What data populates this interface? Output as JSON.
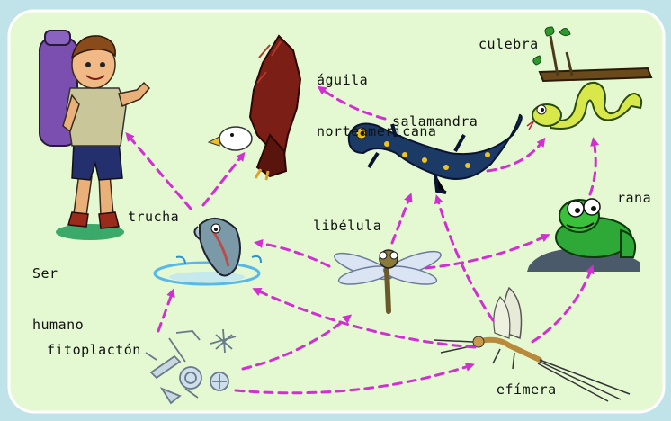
{
  "colors": {
    "background_outer": "#bfe3e9",
    "panel_fill": "#e4f8d2",
    "arrow": "#d22fd2"
  },
  "labels": {
    "human_line1": "Ser",
    "human_line2": "humano",
    "eagle_line1": "águila",
    "eagle_line2": "norteamericana",
    "snake": "culebra",
    "salamander": "salamandra",
    "trout": "trucha",
    "dragonfly": "libélula",
    "frog": "rana",
    "phytoplankton": "fitoplactón",
    "mayfly": "efímera"
  },
  "food_web_links": [
    {
      "from": "trucha",
      "to": "Ser humano"
    },
    {
      "from": "trucha",
      "to": "águila norteamericana"
    },
    {
      "from": "salamandra",
      "to": "águila norteamericana"
    },
    {
      "from": "salamandra",
      "to": "culebra"
    },
    {
      "from": "rana",
      "to": "culebra"
    },
    {
      "from": "libélula",
      "to": "trucha"
    },
    {
      "from": "libélula",
      "to": "salamandra"
    },
    {
      "from": "libélula",
      "to": "rana"
    },
    {
      "from": "efímera",
      "to": "trucha"
    },
    {
      "from": "efímera",
      "to": "salamandra"
    },
    {
      "from": "efímera",
      "to": "rana"
    },
    {
      "from": "fitoplactón",
      "to": "trucha"
    },
    {
      "from": "fitoplactón",
      "to": "libélula"
    },
    {
      "from": "fitoplactón",
      "to": "efímera"
    }
  ]
}
